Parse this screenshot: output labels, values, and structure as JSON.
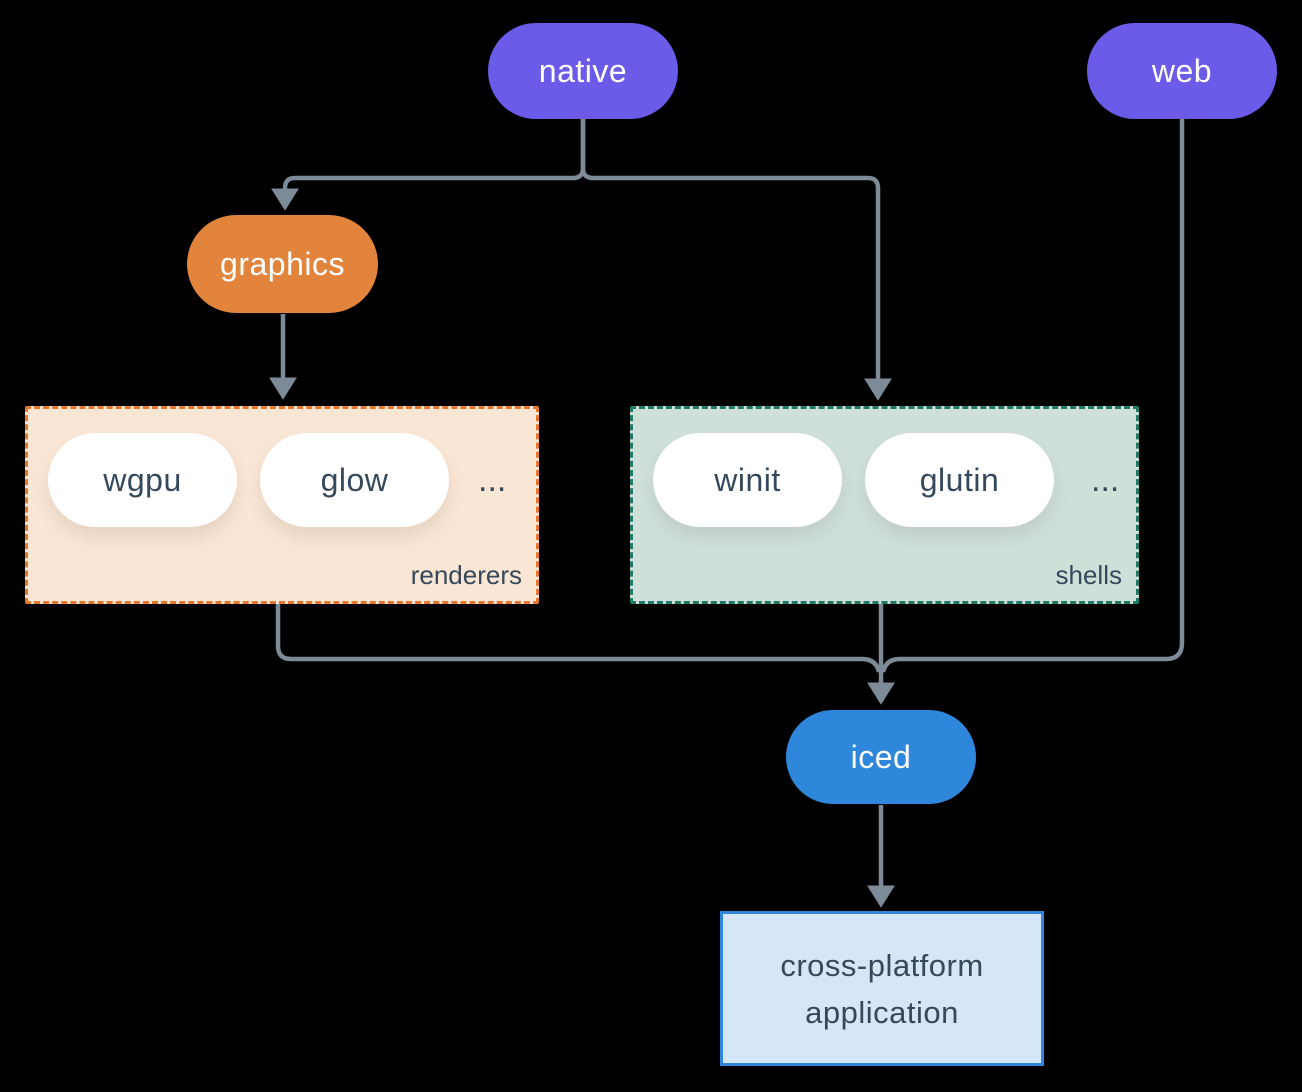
{
  "nodes": {
    "native": {
      "label": "native",
      "color": "#6a5be8"
    },
    "web": {
      "label": "web",
      "color": "#6a5be8"
    },
    "graphics": {
      "label": "graphics",
      "color": "#e2843c"
    },
    "iced": {
      "label": "iced",
      "color": "#2e87db"
    },
    "app": {
      "label_line1": "cross-platform",
      "label_line2": "application",
      "bg": "#d4e6f8",
      "border": "#2f86dc"
    }
  },
  "groups": {
    "renderers": {
      "label": "renderers",
      "ellipsis": "...",
      "items": [
        {
          "label": "wgpu"
        },
        {
          "label": "glow"
        }
      ],
      "bg": "#fae6d4",
      "border": "#e8772e"
    },
    "shells": {
      "label": "shells",
      "ellipsis": "...",
      "items": [
        {
          "label": "winit"
        },
        {
          "label": "glutin"
        }
      ],
      "bg": "#cfe0d9",
      "border": "#1f7a68"
    }
  },
  "edges": {
    "connector_color": "#7d8b99",
    "list": [
      "native -> graphics",
      "native -> shells",
      "graphics -> renderers",
      "renderers -> iced",
      "shells -> iced",
      "web -> iced",
      "iced -> cross-platform application"
    ]
  },
  "colors": {
    "background": "#000000",
    "pill_text_light": "#ffffff",
    "text_dark": "#35495c"
  }
}
